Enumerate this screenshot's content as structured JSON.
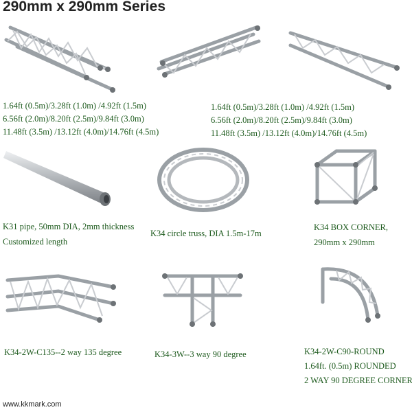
{
  "page_title": "290mm x 290mm Series",
  "products": [
    {
      "id": "square-truss",
      "lines": [
        "1.64ft (0.5m)/3.28ft (1.0m) /4.92ft (1.5m)",
        "6.56ft (2.0m)/8.20ft (2.5m)/9.84ft (3.0m)",
        "11.48ft (3.5m) /13.12ft (4.0m)/14.76ft (4.5m)"
      ]
    },
    {
      "id": "triangle-truss",
      "lines": [
        "1.64ft (0.5m)/3.28ft (1.0m) /4.92ft (1.5m)",
        "6.56ft (2.0m)/8.20ft (2.5m)/9.84ft (3.0m)",
        "11.48ft (3.5m) /13.12ft (4.0m)/14.76ft (4.5m)"
      ]
    },
    {
      "id": "ladder-truss",
      "lines": []
    },
    {
      "id": "k31-pipe",
      "lines": [
        "K31 pipe, 50mm DIA, 2mm thickness",
        "Customized length"
      ]
    },
    {
      "id": "k34-circle",
      "lines": [
        "K34 circle truss, DIA 1.5m-17m"
      ]
    },
    {
      "id": "k34-box-corner",
      "lines": [
        "K34 BOX CORNER,",
        "290mm x 290mm"
      ]
    },
    {
      "id": "k34-2w-c135",
      "lines": [
        "K34-2W-C135--2 way 135 degree"
      ]
    },
    {
      "id": "k34-3w",
      "lines": [
        "K34-3W--3 way 90 degree"
      ]
    },
    {
      "id": "k34-2w-c90-round",
      "lines": [
        "K34-2W-C90-ROUND",
        "1.64ft. (0.5m) ROUNDED",
        "2 WAY 90 DEGREE CORNER"
      ]
    }
  ],
  "footer": {
    "website": "www.kkmark.com"
  },
  "colors": {
    "caption": "#1d5a1d",
    "metal_light": "#e4e6e8",
    "metal_dark": "#8a8e92"
  }
}
